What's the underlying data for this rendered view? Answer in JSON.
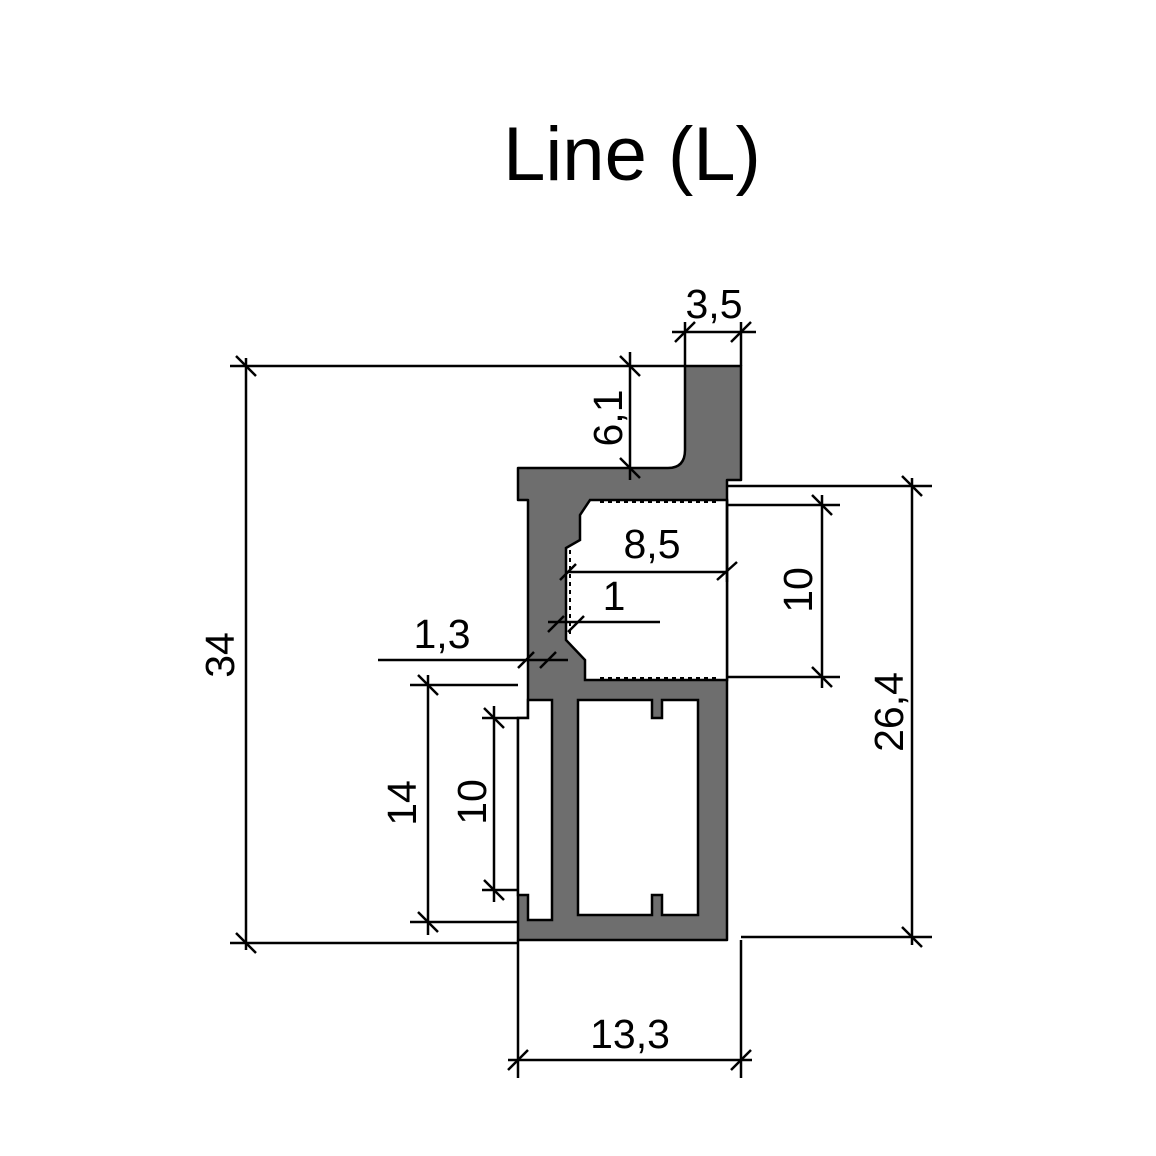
{
  "title": "Line (L)",
  "colors": {
    "profile_fill": "#6e6e6e",
    "line": "#000000",
    "background": "#ffffff"
  },
  "dimensions": {
    "height_total": "34",
    "height_right": "26,4",
    "width_base": "13,3",
    "width_top_lip": "3,5",
    "lip_height": "6,1",
    "slot_depth": "8,5",
    "slot_height": "10",
    "slot_step": "1",
    "wall_thickness": "1,3",
    "lower_height": "14",
    "lower_gap": "10"
  }
}
